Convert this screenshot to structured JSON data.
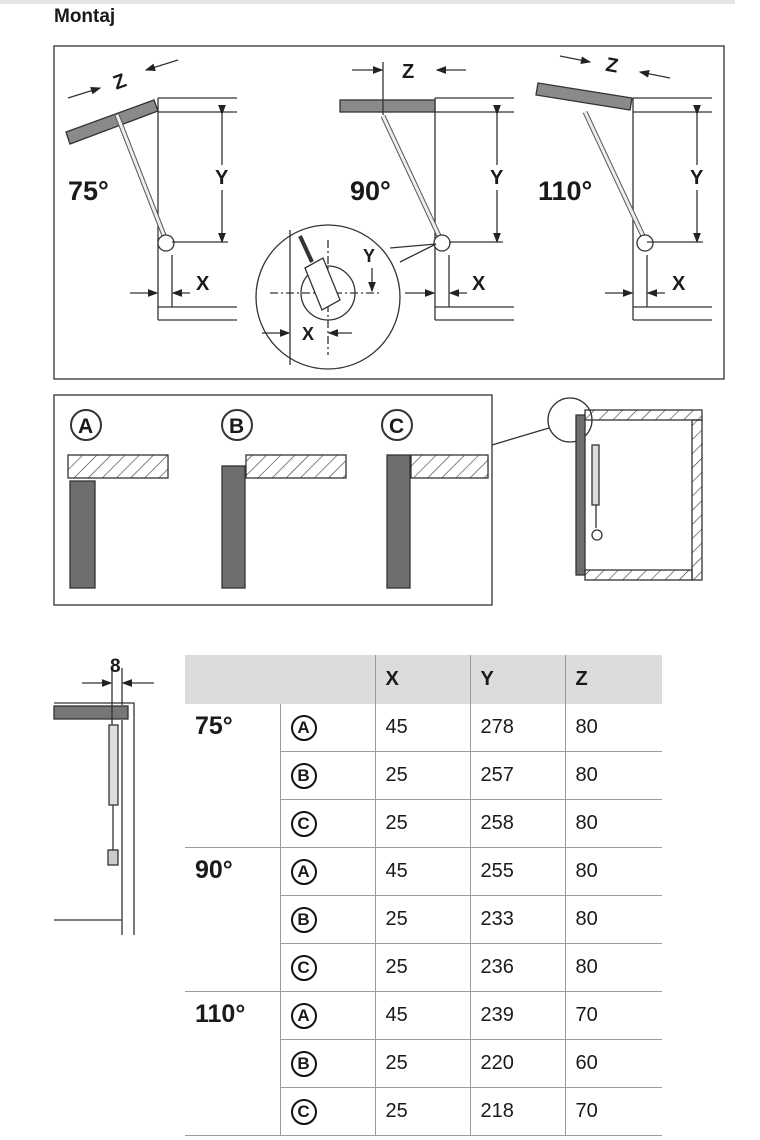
{
  "title": "Montaj",
  "diagram_top": {
    "angles": [
      "75°",
      "90°",
      "110°"
    ],
    "dim_x": "X",
    "dim_y": "Y",
    "dim_z": "Z"
  },
  "diagram_variants": {
    "labels": [
      "A",
      "B",
      "C"
    ]
  },
  "side_diagram": {
    "dimension": "8"
  },
  "table": {
    "headers": [
      "",
      "X",
      "Y",
      "Z"
    ],
    "groups": [
      {
        "angle": "75°",
        "rows": [
          {
            "variant": "A",
            "x": "45",
            "y": "278",
            "z": "80"
          },
          {
            "variant": "B",
            "x": "25",
            "y": "257",
            "z": "80"
          },
          {
            "variant": "C",
            "x": "25",
            "y": "258",
            "z": "80"
          }
        ]
      },
      {
        "angle": "90°",
        "rows": [
          {
            "variant": "A",
            "x": "45",
            "y": "255",
            "z": "80"
          },
          {
            "variant": "B",
            "x": "25",
            "y": "233",
            "z": "80"
          },
          {
            "variant": "C",
            "x": "25",
            "y": "236",
            "z": "80"
          }
        ]
      },
      {
        "angle": "110°",
        "rows": [
          {
            "variant": "A",
            "x": "45",
            "y": "239",
            "z": "70"
          },
          {
            "variant": "B",
            "x": "25",
            "y": "220",
            "z": "60"
          },
          {
            "variant": "C",
            "x": "25",
            "y": "218",
            "z": "70"
          }
        ]
      }
    ]
  }
}
